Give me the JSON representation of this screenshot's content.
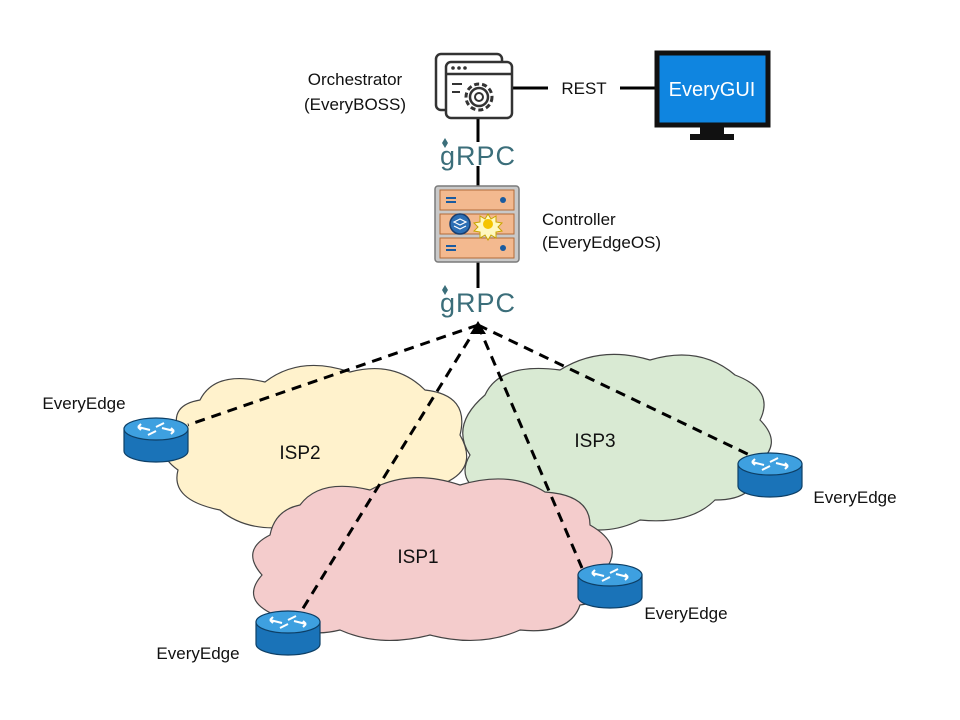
{
  "orchestrator": {
    "line1": "Orchestrator",
    "line2": "(EveryBOSS)"
  },
  "rest_label": "REST",
  "gui_label": "EveryGUI",
  "grpc_top": "gRPC",
  "grpc_bottom": "gRPC",
  "controller": {
    "line1": "Controller",
    "line2": "(EveryEdgeOS)"
  },
  "clouds": {
    "isp1": "ISP1",
    "isp2": "ISP2",
    "isp3": "ISP3"
  },
  "edges": {
    "left": "EveryEdge",
    "bottom_left": "EveryEdge",
    "bottom_right": "EveryEdge",
    "right": "EveryEdge"
  },
  "colors": {
    "isp1_fill": "#f4cccc",
    "isp2_fill": "#fff2cc",
    "isp3_fill": "#d9ead3",
    "router_blue": "#2f8fd0",
    "gui_screen": "#0f85e0",
    "grpc": "#3b6e7a"
  },
  "icons": {
    "orchestrator": "window-gear-icon",
    "controller": "server-icon",
    "gui": "monitor-icon",
    "edge": "router-icon"
  }
}
